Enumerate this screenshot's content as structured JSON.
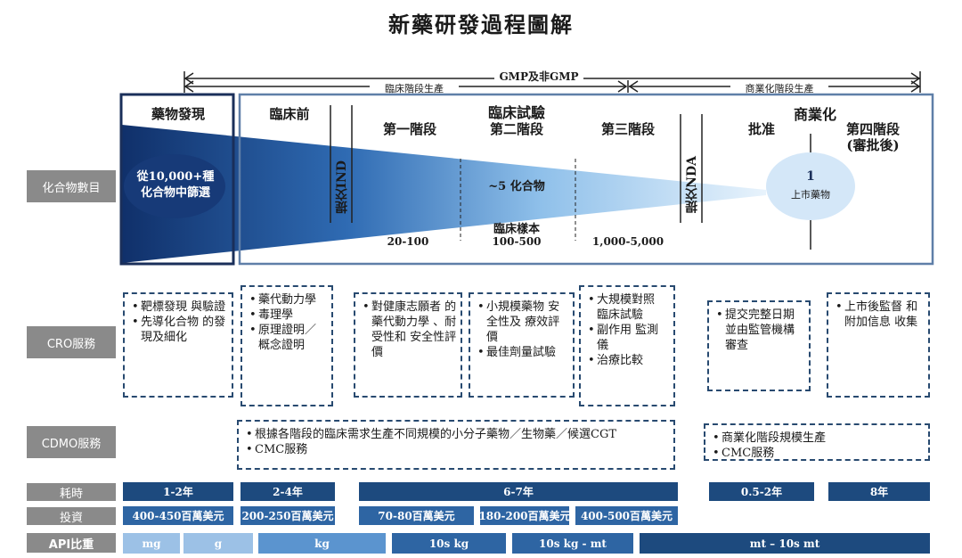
{
  "title": "新藥研發過程圖解",
  "gmp": {
    "top": "GMP及非GMP",
    "left": "臨床階段生產",
    "right": "商業化階段生產"
  },
  "stages": {
    "discovery": "藥物發現",
    "preclinical": "臨床前",
    "clinical": "臨床試驗",
    "phase1": "第一階段",
    "phase2": "第二階段",
    "phase3": "第三階段",
    "commercial": "商業化",
    "approval": "批准",
    "phase4": "第四階段",
    "phase4_sub": "(審批後)",
    "ind": "提交IND",
    "nda": "提交NDA"
  },
  "funnel": {
    "start": "從10,000+種 化合物中篩選",
    "mid": "~5 化合物",
    "end_num": "1",
    "end_label": "上市藥物",
    "sample_label": "臨床樣本",
    "sample_p1": "20-100",
    "sample_p2": "100-500",
    "sample_p3": "1,000-5,000"
  },
  "row_labels": {
    "compounds": "化合物數目",
    "cro": "CRO服務",
    "cdmo": "CDMO服務",
    "time": "耗時",
    "invest": "投資",
    "api": "API比重"
  },
  "cro": [
    [
      "靶標發現 與驗證",
      "先導化合物 的發現及細化"
    ],
    [
      "藥代動力學",
      "毒理學",
      "原理證明／ 概念證明"
    ],
    [
      "對健康志願者 的藥代動力學 、耐受性和 安全性評價"
    ],
    [
      "小規模藥物 安全性及 療效評價",
      "最佳劑量試驗"
    ],
    [
      "大規模對照 臨床試驗",
      "副作用 監測儀",
      "治療比較"
    ],
    [
      "提交完整日期 並由監管機構 審查"
    ],
    [
      "上市後監督 和附加信息 收集"
    ]
  ],
  "cdmo": {
    "clinical": [
      "根據各階段的臨床需求生產不同規模的小分子藥物／生物藥／候選CGT",
      "CMC服務"
    ],
    "commercial": [
      "商業化階段規模生產",
      "CMC服務"
    ]
  },
  "time": [
    "1-2年",
    "2-4年",
    "6-7年",
    "0.5-2年",
    "8年"
  ],
  "invest": [
    "400-450百萬美元",
    "200-250百萬美元",
    "70-80百萬美元",
    "180-200百萬美元",
    "400-500百萬美元"
  ],
  "api": [
    "mg",
    "g",
    "kg",
    "10s kg",
    "10s kg - mt",
    "mt – 10s mt"
  ],
  "colors": {
    "dark": "#1d4a7e",
    "mid": "#2e65a3",
    "light": "#5b94cf",
    "pale": "#9cc1e6",
    "frame": "#1a2f5a",
    "frame2": "#5f7fa8"
  }
}
